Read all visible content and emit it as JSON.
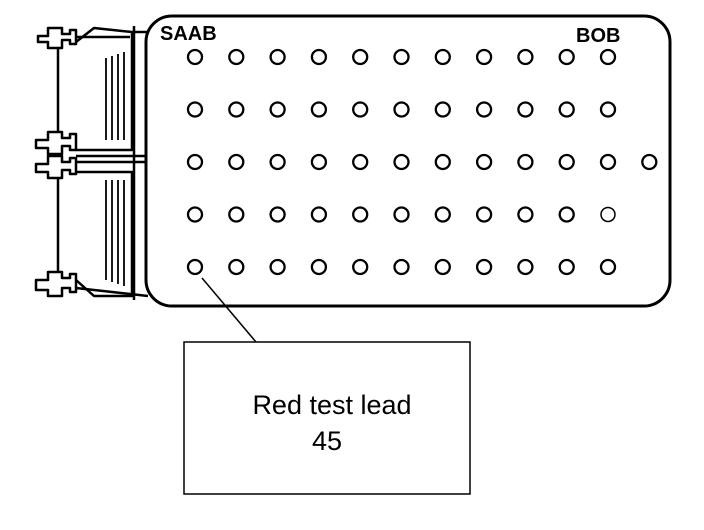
{
  "board": {
    "brand_label": "SAAB",
    "model_label": "BOB"
  },
  "pin_rows": [
    11,
    11,
    12,
    11,
    11
  ],
  "callout": {
    "line1": "Red test lead",
    "line2": "45",
    "pin_number": 45
  }
}
